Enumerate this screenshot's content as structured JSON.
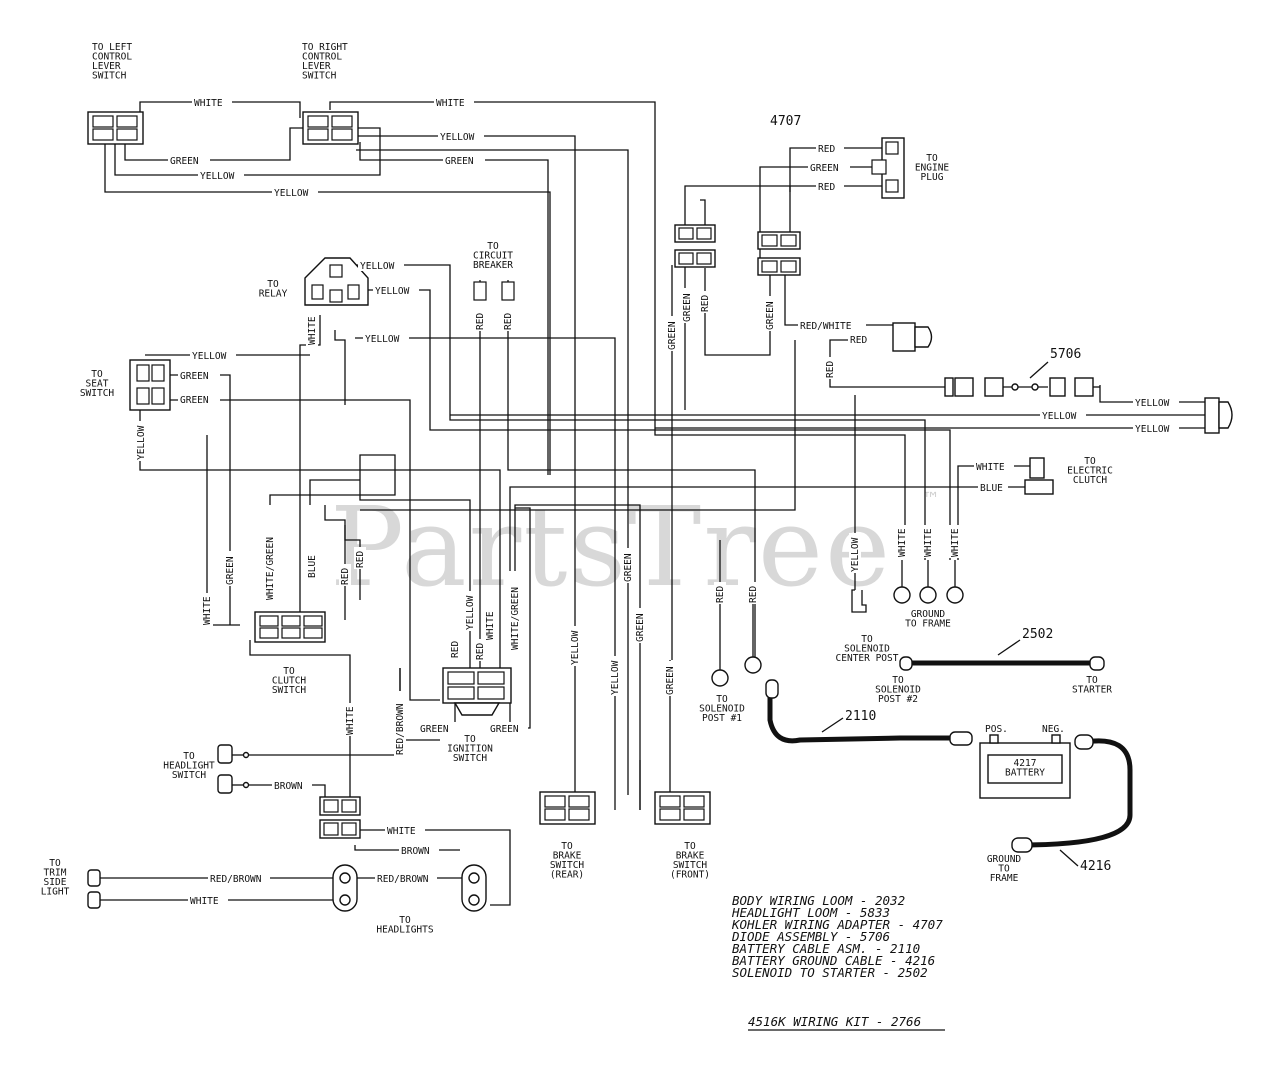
{
  "watermark": {
    "text": "PartsTree",
    "tm": "™"
  },
  "components": {
    "left_lever": "TO LEFT|CONTROL|LEVER|SWITCH",
    "right_lever": "TO RIGHT|CONTROL|LEVER|SWITCH",
    "relay": "TO|RELAY",
    "circuit_breaker": "TO|CIRCUIT|BREAKER",
    "seat_switch": "TO|SEAT|SWITCH",
    "engine_plug": "TO|ENGINE|PLUG",
    "electric_clutch": "TO|ELECTRIC|CLUTCH",
    "clutch_switch": "TO|CLUTCH|SWITCH",
    "ignition_switch": "TO|IGNITION|SWITCH",
    "headlight_switch": "TO|HEADLIGHT|SWITCH",
    "trim_side_light": "TO|TRIM|SIDE|LIGHT",
    "headlights": "TO|HEADLIGHTS",
    "brake_rear": "TO|BRAKE|SWITCH|(REAR)",
    "brake_front": "TO|BRAKE|SWITCH|(FRONT)",
    "solenoid_post1": "TO|SOLENOID|POST #1",
    "solenoid_center": "TO|SOLENOID|CENTER POST",
    "solenoid_post2": "TO|SOLENOID|POST #2",
    "starter": "TO|STARTER",
    "ground_frame_top": "GROUND|TO FRAME",
    "ground_frame_bottom": "GROUND|TO|FRAME",
    "battery": "4217|BATTERY",
    "pos": "POS.",
    "neg": "NEG."
  },
  "part_numbers": {
    "adapter": "4707",
    "diode": "5706",
    "starter_cable": "2502",
    "battery_cable": "2110",
    "ground_cable": "4216"
  },
  "wires": {
    "white": "WHITE",
    "green": "GREEN",
    "yellow": "YELLOW",
    "red": "RED",
    "blue": "BLUE",
    "brown": "BROWN",
    "red_white": "RED/WHITE",
    "red_brown": "RED/BROWN",
    "white_green": "WHITE/GREEN"
  },
  "legend": [
    "BODY WIRING LOOM - 2032",
    "HEADLIGHT LOOM - 5833",
    "KOHLER WIRING ADAPTER - 4707",
    "DIODE ASSEMBLY - 5706",
    "BATTERY CABLE ASM. - 2110",
    "BATTERY GROUND CABLE - 4216",
    "SOLENOID TO STARTER - 2502"
  ],
  "kit_title": "4516K WIRING KIT - 2766"
}
